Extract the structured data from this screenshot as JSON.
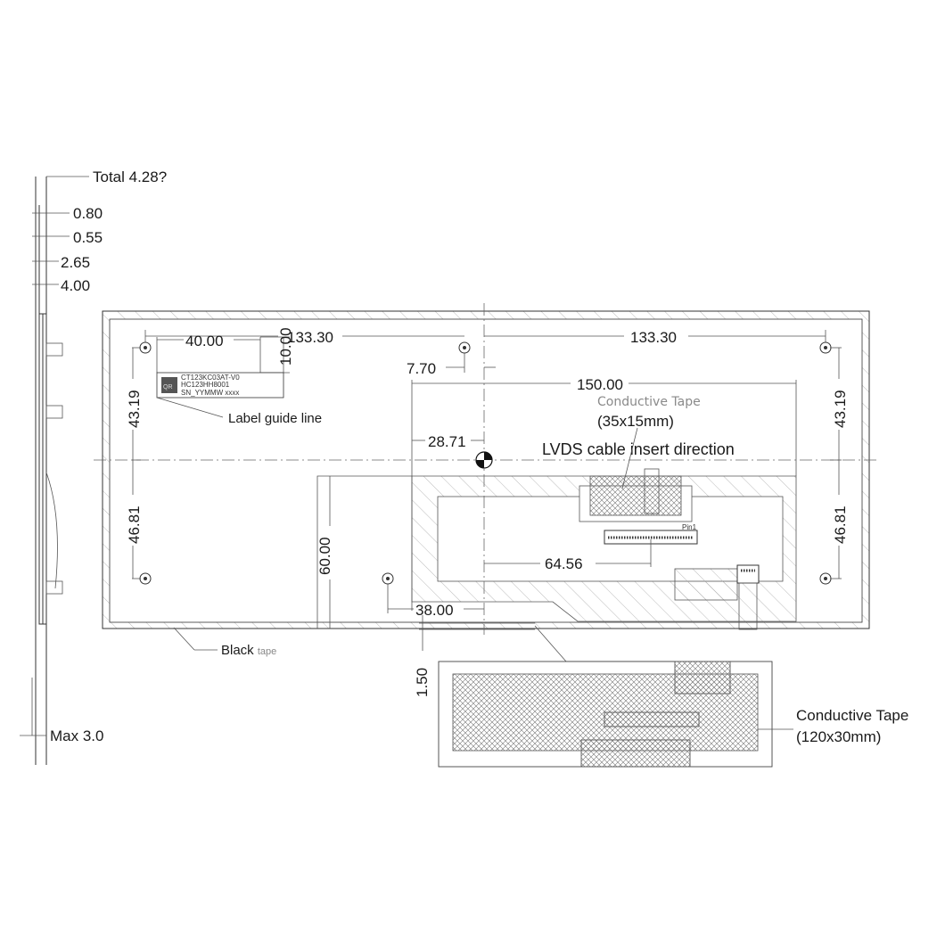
{
  "side_view": {
    "total": "Total 4.28?",
    "t1": "0.80",
    "t2": "0.55",
    "t3": "2.65",
    "t4": "4.00",
    "max": "Max 3.0"
  },
  "dimensions": {
    "d40": "40.00",
    "d10": "10.00",
    "d133_left": "133.30",
    "d133_right": "133.30",
    "d7_70": "7.70",
    "d150": "150.00",
    "d43_left": "43.19",
    "d43_right": "43.19",
    "d46_left": "46.81",
    "d46_right": "46.81",
    "d28_71": "28.71",
    "d60": "60.00",
    "d64_56": "64.56",
    "d38": "38.00",
    "d1_50": "1.50"
  },
  "label_block": {
    "qr": "QR",
    "line1": "CT123KC03AT-V0",
    "line2": "HC123HH8001",
    "line3": "SN_YYMMW xxxx"
  },
  "annotations": {
    "label_guide": "Label guide line",
    "black_tape": "Black",
    "black_tape_suffix": "tape",
    "conductive_small_title": "Conductive Tape",
    "conductive_small_size": "(35x15mm)",
    "lvds": "LVDS cable insert direction",
    "pin1": "Pin1",
    "conductive_large_title": "Conductive Tape",
    "conductive_large_size": "(120x30mm)"
  }
}
